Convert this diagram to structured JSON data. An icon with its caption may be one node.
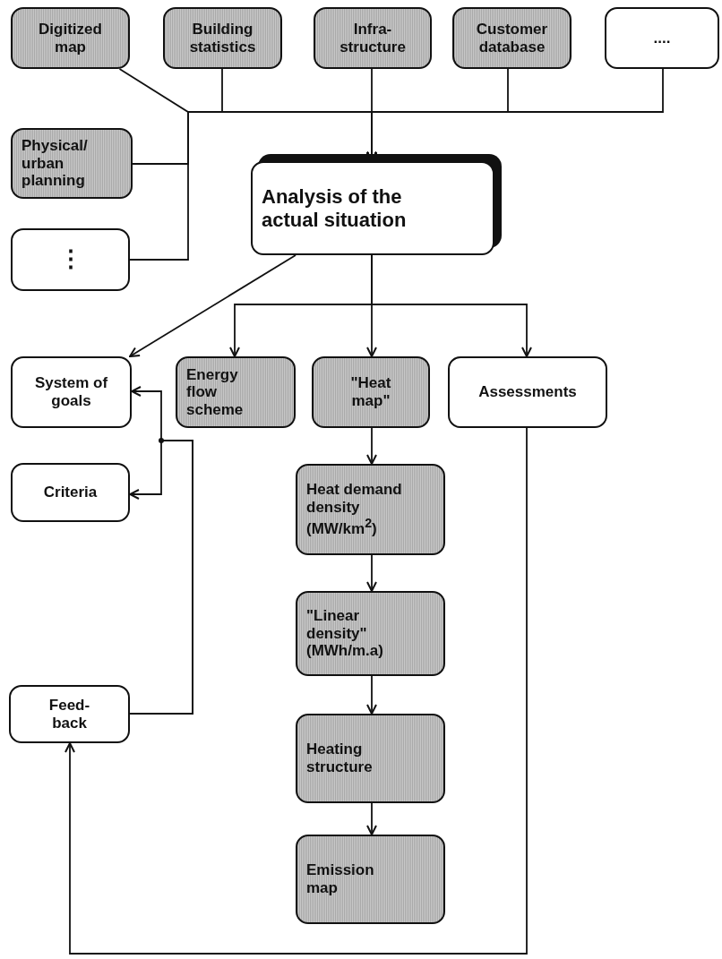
{
  "diagram": {
    "nodes": [
      {
        "text": [
          "Digitized map"
        ]
      },
      {
        "text": [
          "Building statistics"
        ]
      },
      {
        "text": [
          "Infra- structure"
        ]
      },
      {
        "text": [
          "Customer database"
        ]
      },
      {
        "text": [
          "...."
        ]
      },
      {
        "text": [
          "Physical/ urban planning"
        ]
      },
      {
        "text": [
          "⋮"
        ]
      },
      {
        "text": [
          "Analysis of the actual situation"
        ]
      },
      {
        "text": [
          "System of goals"
        ]
      },
      {
        "text": [
          "Energy flow scheme"
        ]
      },
      {
        "text": [
          "\"Heat map\""
        ]
      },
      {
        "text": [
          "Assessments"
        ]
      },
      {
        "text": [
          "Criteria"
        ]
      },
      {
        "text": [
          "Heat demand density (MW/km$^{2}$)"
        ]
      },
      {
        "text": [
          "\"Linear density\" (MWh/m.a)"
        ]
      },
      {
        "text": [
          "Heating structure"
        ]
      },
      {
        "text": [
          "Emission map"
        ]
      },
      {
        "text": [
          "Feed- back"
        ]
      }
    ],
    "edges": [
      {
        "from": 0,
        "to": 7,
        "arrow": "to"
      },
      {
        "from": 1,
        "to": 7,
        "arrow": "to"
      },
      {
        "from": 2,
        "to": 7,
        "arrow": "to"
      },
      {
        "from": 3,
        "to": 7,
        "arrow": "to"
      },
      {
        "from": 4,
        "to": 7,
        "arrow": "to"
      },
      {
        "from": 5,
        "to": 7,
        "arrow": "to"
      },
      {
        "from": 6,
        "to": 7,
        "arrow": "to"
      },
      {
        "from": 7,
        "to": 8,
        "arrow": "to"
      },
      {
        "from": 7,
        "to": 9,
        "arrow": "to"
      },
      {
        "from": 7,
        "to": 10,
        "arrow": "to"
      },
      {
        "from": 7,
        "to": 11,
        "arrow": "to"
      },
      {
        "from": 10,
        "to": 13,
        "arrow": "to"
      },
      {
        "from": 13,
        "to": 14,
        "arrow": "to"
      },
      {
        "from": 14,
        "to": 15,
        "arrow": "to"
      },
      {
        "from": 15,
        "to": 16,
        "arrow": "to"
      },
      {
        "from": 11,
        "to": 17,
        "arrow": "to"
      },
      {
        "from": 17,
        "to": 8,
        "arrow": "to"
      },
      {
        "from": 17,
        "to": 12,
        "arrow": "to"
      }
    ]
  }
}
